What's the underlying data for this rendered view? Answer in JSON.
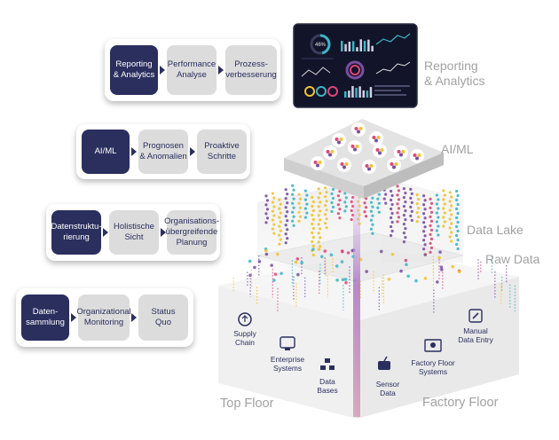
{
  "rows": [
    {
      "chips": [
        "Reporting\n& Analytics",
        "Performance\nAnalyse",
        "Prozess-\nverbesserung"
      ]
    },
    {
      "chips": [
        "AI/ML",
        "Prognosen\n& Anomalien",
        "Proaktive\nSchritte"
      ]
    },
    {
      "chips": [
        "Datenstruktu-\nrierung",
        "Holistische\nSicht",
        "Organisations-\nübergreifende\nPlanung"
      ]
    },
    {
      "chips": [
        "Daten-\nsammlung",
        "Organizational\nMonitoring",
        "Status\nQuo"
      ]
    }
  ],
  "layers": {
    "reporting": "Reporting\n& Analytics",
    "aiml": "AI/ML",
    "datalake": "Data Lake",
    "rawdata": "Raw Data"
  },
  "floors": {
    "top": "Top Floor",
    "factory": "Factory Floor"
  },
  "icons": [
    {
      "name": "supply-chain-icon",
      "label": [
        "Supply",
        "Chain"
      ]
    },
    {
      "name": "enterprise-systems-icon",
      "label": [
        "Enterprise",
        "Systems"
      ]
    },
    {
      "name": "data-bases-icon",
      "label": [
        "Data",
        "Bases"
      ]
    },
    {
      "name": "sensor-data-icon",
      "label": [
        "Sensor",
        "Data"
      ]
    },
    {
      "name": "factory-floor-systems-icon",
      "label": [
        "Factory Floor",
        "Systems"
      ]
    },
    {
      "name": "manual-data-entry-icon",
      "label": [
        "Manual",
        "Data Entry"
      ]
    }
  ],
  "dashboard": {
    "gauge_value": "46%"
  },
  "colors": {
    "navy": "#2b2f5e",
    "chip_gray": "#dcdcdc",
    "label_gray": "#a2a2a2",
    "dot_yellow": "#f2c230",
    "dot_purple": "#7a4fa0",
    "dot_teal": "#3bb5c4",
    "dot_pink": "#e0457a"
  }
}
